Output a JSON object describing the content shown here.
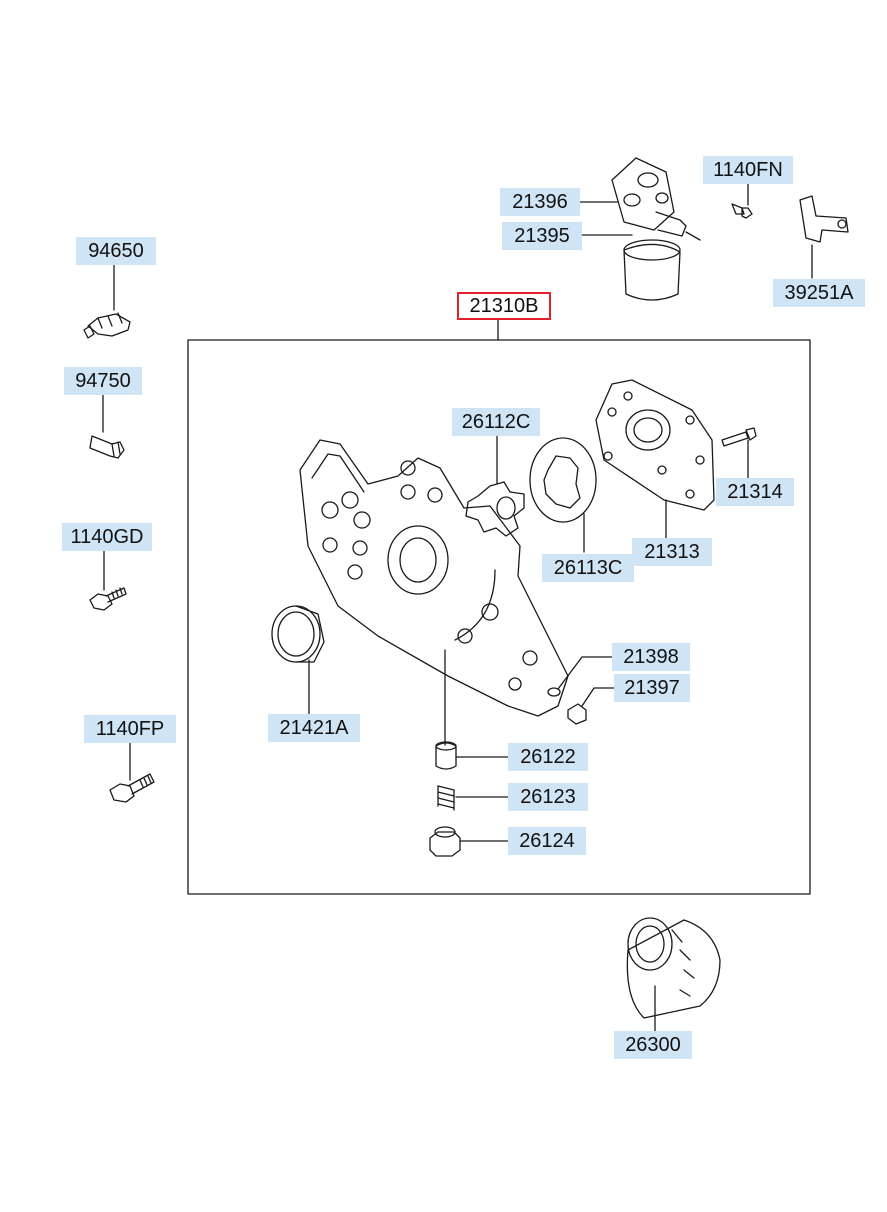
{
  "diagram": {
    "colors": {
      "label_bg": "#cfe4f5",
      "selected_border": "#e0202a",
      "line": "#1a1a1a"
    },
    "labels": {
      "p94650": "94650",
      "p94750": "94750",
      "p1140GD": "1140GD",
      "p1140FP": "1140FP",
      "p21396": "21396",
      "p21395": "21395",
      "p1140FN": "1140FN",
      "p39251A": "39251A",
      "p21310B": "21310B",
      "p26112C": "26112C",
      "p21314": "21314",
      "p21313": "21313",
      "p26113C": "26113C",
      "p21398": "21398",
      "p21397": "21397",
      "p21421A": "21421A",
      "p26122": "26122",
      "p26123": "26123",
      "p26124": "26124",
      "p26300": "26300"
    },
    "selected_part": "21310B"
  }
}
